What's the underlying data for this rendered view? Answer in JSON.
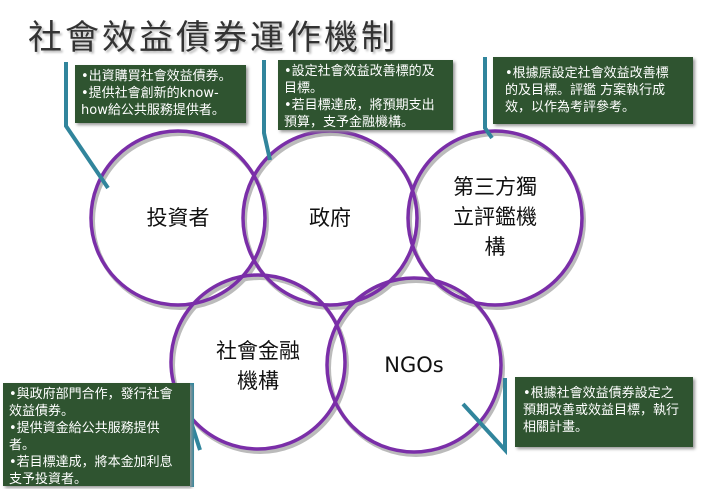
{
  "title": "社會效益債券運作機制",
  "colors": {
    "circle": "#7A2EA8",
    "box": "#2F5430",
    "connector": "#31859C"
  },
  "circles": [
    {
      "label": "投資者"
    },
    {
      "label": "政府"
    },
    {
      "label": "第三方獨立評鑑機構",
      "lines": [
        "第三方獨",
        "立評鑑機",
        "構"
      ]
    },
    {
      "label": "社會金融機構",
      "lines": [
        "社會金融",
        "機構"
      ]
    },
    {
      "label": "NGOs"
    }
  ],
  "callouts": {
    "investor": [
      "•出資購買社會效益債券。",
      "•提供社會創新的know-how給公共服務提供者。"
    ],
    "government": [
      "•設定社會效益改善標的及目標。",
      "•若目標達成，將預期支出預算，支予金融機構。"
    ],
    "evaluator": [
      "•根據原設定社會效益改善標的及目標。評鑑 方案執行成效，以作為考評參考。"
    ],
    "finance": [
      "•與政府部門合作，發行社會效益債券。",
      "•提供資金給公共服務提供者。",
      "•若目標達成，將本金加利息支予投資者。"
    ],
    "ngo": [
      "•根據社會效益債券設定之預期改善或效益目標，執行相關計畫。"
    ]
  }
}
